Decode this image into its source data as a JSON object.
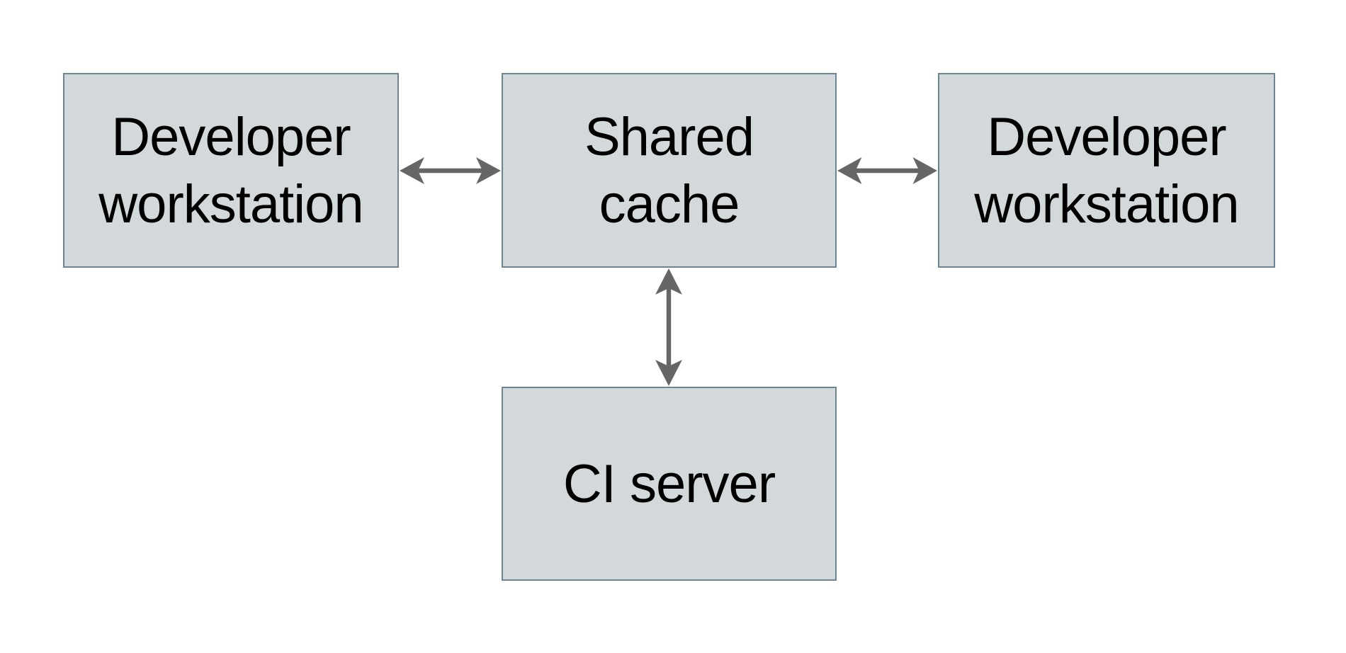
{
  "diagram": {
    "background_color": "#ffffff",
    "node_fill_color": "#d3d9db",
    "node_border_color": "#6e8492",
    "arrow_color": "#666666",
    "text_color": "#000000",
    "nodes": [
      {
        "id": "developer-workstation-left",
        "label": "Developer\nworkstation"
      },
      {
        "id": "shared-cache",
        "label": "Shared\ncache"
      },
      {
        "id": "developer-workstation-right",
        "label": "Developer\nworkstation"
      },
      {
        "id": "ci-server",
        "label": "CI server"
      }
    ],
    "edges": [
      {
        "from": "developer-workstation-left",
        "to": "shared-cache",
        "type": "bidirectional-arrow",
        "orientation": "horizontal"
      },
      {
        "from": "shared-cache",
        "to": "developer-workstation-right",
        "type": "bidirectional-arrow",
        "orientation": "horizontal"
      },
      {
        "from": "shared-cache",
        "to": "ci-server",
        "type": "bidirectional-arrow",
        "orientation": "vertical"
      }
    ]
  }
}
